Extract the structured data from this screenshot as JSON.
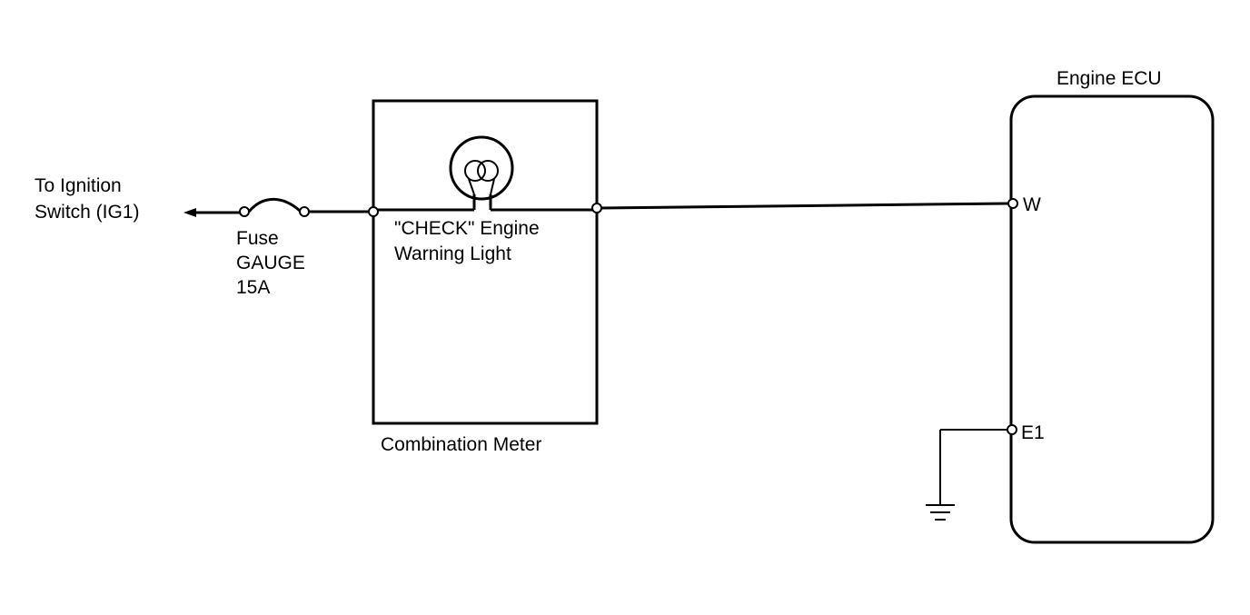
{
  "labels": {
    "ignition_line1": "To Ignition",
    "ignition_line2": "Switch (IG1)",
    "fuse_line1": "Fuse",
    "fuse_line2": "GAUGE",
    "fuse_line3": "15A",
    "light_line1": "\"CHECK\" Engine",
    "light_line2": "Warning Light",
    "combination_meter": "Combination Meter",
    "engine_ecu": "Engine ECU",
    "terminal_w": "W",
    "terminal_e1": "E1"
  }
}
